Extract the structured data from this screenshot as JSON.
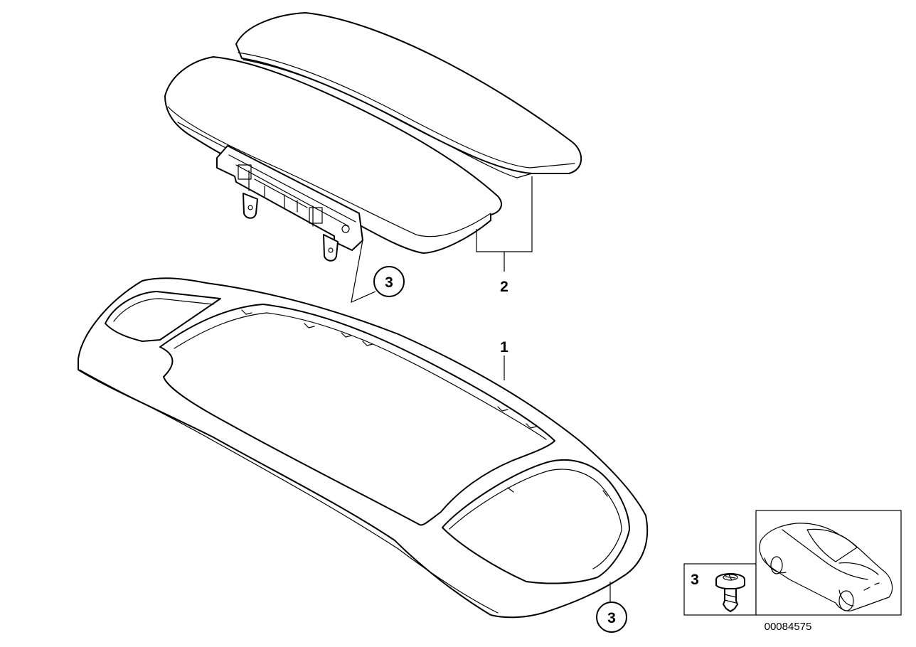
{
  "callouts": {
    "frame": "1",
    "pads": "2",
    "screw_top": "3",
    "screw_bottom": "3",
    "inset_screw": "3"
  },
  "reference_number": "00084575",
  "icons": [
    "armrest-frame",
    "armrest-pad",
    "screw",
    "car-silhouette"
  ]
}
